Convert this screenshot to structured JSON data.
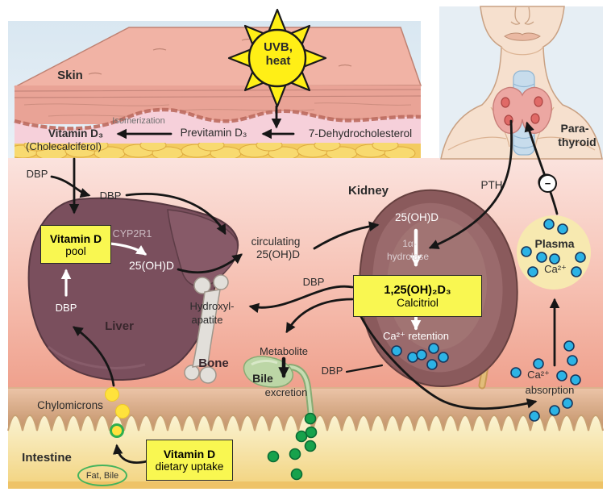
{
  "d": {
    "skin": {
      "label": "Skin",
      "sun_line1": "UVB,",
      "sun_line2": "heat",
      "isomerization": "Isomerization",
      "vitamin_d3": "Vitamin D₃",
      "cholecalciferol": "(Cholecalciferol)",
      "previtamin_d3": "Previtamin D₃",
      "dehydrocholesterol": "7-Dehydrocholesterol"
    },
    "liver": {
      "label": "Liver",
      "dbp_outer": "DBP",
      "dbp_inner": "DBP",
      "dbp_up": "DBP",
      "pool_line1": "Vitamin D",
      "pool_line2": "pool",
      "enzyme": "CYP2R1",
      "product": "25(OH)D"
    },
    "circulating": {
      "line1": "circulating",
      "line2": "25(OH)D"
    },
    "bone": {
      "label": "Bone",
      "target_line1": "Hydroxyl-",
      "target_line2": "apatite"
    },
    "bile": {
      "metabolite": "Metabolite",
      "label": "Bile",
      "excretion": "excretion",
      "dbp": "DBP"
    },
    "kidney": {
      "label": "Kidney",
      "substrate": "25(OH)D",
      "enzyme_line1": "1α-",
      "enzyme_line2": "hydrolase",
      "product_line1": "1,25(OH)₂D₃",
      "product_line2": "Calcitriol",
      "retention": "Ca²⁺ retention",
      "dbp": "DBP"
    },
    "parathyroid": {
      "label_line1": "Para-",
      "label_line2": "thyroid",
      "hormone": "PTH",
      "feedback_sign": "−"
    },
    "plasma": {
      "label": "Plasma",
      "ion": "Ca²⁺"
    },
    "absorption": {
      "ion": "Ca²⁺",
      "label": "absorption"
    },
    "intestine": {
      "label": "Intestine",
      "chylomicrons": "Chylomicrons",
      "fat_bile": "Fat, Bile",
      "dietary_line1": "Vitamin D",
      "dietary_line2": "dietary uptake"
    },
    "colors": {
      "highlight_box": "#f9f751",
      "calcium_dot": "#2cb3e5",
      "bile_dot": "#17a24c",
      "chylomicron_dot": "#ffe23c",
      "sun_yellow": "#ffef16",
      "liver": "#7a4f5d",
      "kidney": "#8a5a5c",
      "plasma_pool": "#f7e9b0"
    }
  }
}
